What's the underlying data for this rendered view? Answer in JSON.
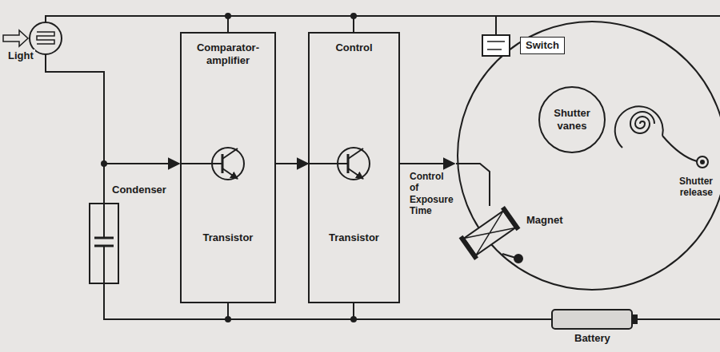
{
  "diagram": {
    "nodes": [
      {
        "text": [
          "Comparator- amplifier",
          "Transistor"
        ]
      },
      {
        "text": [
          "Control",
          "Transistor"
        ]
      },
      {
        "text": [
          "Shutter vanes"
        ]
      }
    ],
    "edges": [
      {
        "from": 0,
        "to": 1,
        "arrow": "to"
      }
    ],
    "labels": [
      "Light",
      "Switch",
      "Condenser",
      "Control of Exposure Time",
      "Magnet",
      "Shutter release",
      "Battery"
    ]
  }
}
